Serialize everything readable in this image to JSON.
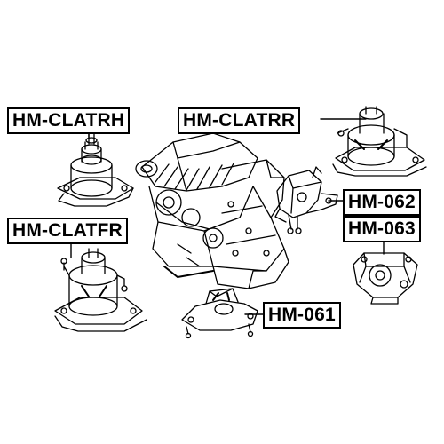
{
  "labels": {
    "clatrh": "HM-CLATRH",
    "clatrr": "HM-CLATRR",
    "m062": "HM-062",
    "clatfr": "HM-CLATFR",
    "m063": "HM-063",
    "m061": "HM-061"
  },
  "colors": {
    "ink": "#000000",
    "background": "#ffffff"
  }
}
